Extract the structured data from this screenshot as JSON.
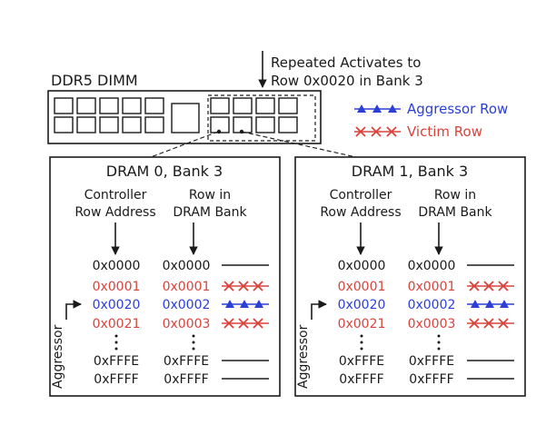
{
  "annotation": {
    "line1": "Repeated Activates to",
    "line2": "Row 0x0020 in Bank 3"
  },
  "dimm_label": "DDR5 DIMM",
  "legend": {
    "aggressor": "Aggressor Row",
    "victim": "Victim Row",
    "aggressor_color": "#2b3fd6",
    "victim_color": "#d9433c"
  },
  "panels": [
    {
      "title": "DRAM 0, Bank 3",
      "col1": {
        "line1": "Controller",
        "line2": "Row Address"
      },
      "col2": {
        "line1": "Row in",
        "line2": "DRAM Bank"
      },
      "controller_rows": [
        "0x0000",
        "0x0001",
        "0x0020",
        "0x0021",
        "0xFFFE",
        "0xFFFF"
      ],
      "bank_rows": [
        "0x0000",
        "0x0001",
        "0x0002",
        "0x0003",
        "0xFFFE",
        "0xFFFF"
      ],
      "row_kinds": [
        "normal",
        "victim",
        "aggressor",
        "victim",
        "normal",
        "normal"
      ],
      "side_label": "Aggressor"
    },
    {
      "title": "DRAM 1, Bank 3",
      "col1": {
        "line1": "Controller",
        "line2": "Row Address"
      },
      "col2": {
        "line1": "Row in",
        "line2": "DRAM Bank"
      },
      "controller_rows": [
        "0x0000",
        "0x0001",
        "0x0020",
        "0x0021",
        "0xFFFE",
        "0xFFFF"
      ],
      "bank_rows": [
        "0x0000",
        "0x0001",
        "0x0002",
        "0x0003",
        "0xFFFE",
        "0xFFFF"
      ],
      "row_kinds": [
        "normal",
        "victim",
        "aggressor",
        "victim",
        "normal",
        "normal"
      ],
      "side_label": "Aggressor"
    }
  ]
}
